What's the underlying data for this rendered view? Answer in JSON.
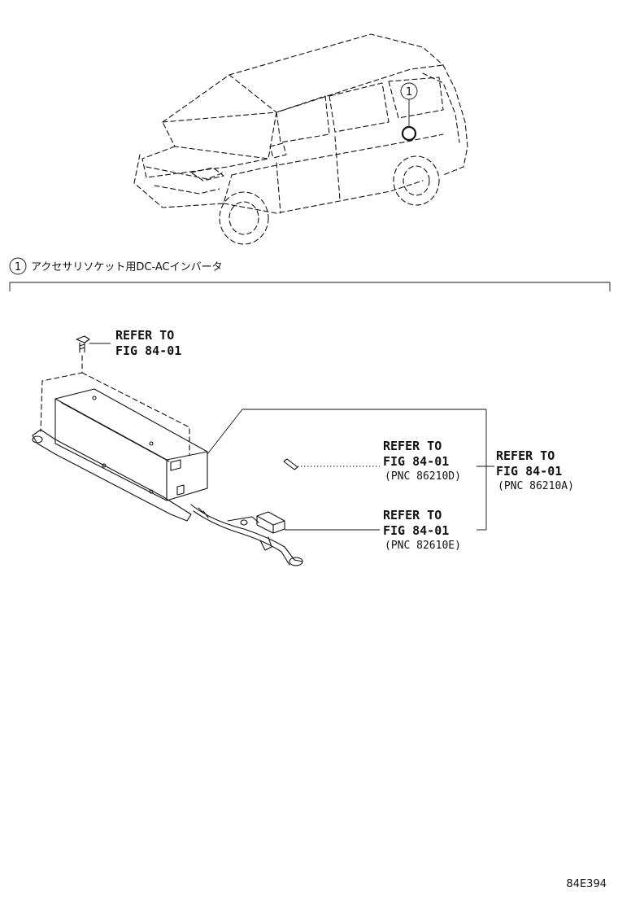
{
  "vehicle_callout": {
    "number": "1"
  },
  "caption": {
    "number": "1",
    "text": "アクセサリソケット用DC-ACインバータ"
  },
  "refs": {
    "bolt": {
      "line1": "REFER TO",
      "line2": "FIG 84-01"
    },
    "plug": {
      "line1": "REFER TO",
      "line2": "FIG 84-01",
      "pnc": "(PNC 86210D)"
    },
    "connector": {
      "line1": "REFER TO",
      "line2": "FIG 84-01",
      "pnc": "(PNC 82610E)"
    },
    "assembly": {
      "line1": "REFER TO",
      "line2": "FIG 84-01",
      "pnc": "(PNC 86210A)"
    }
  },
  "figure_code": "84E394"
}
